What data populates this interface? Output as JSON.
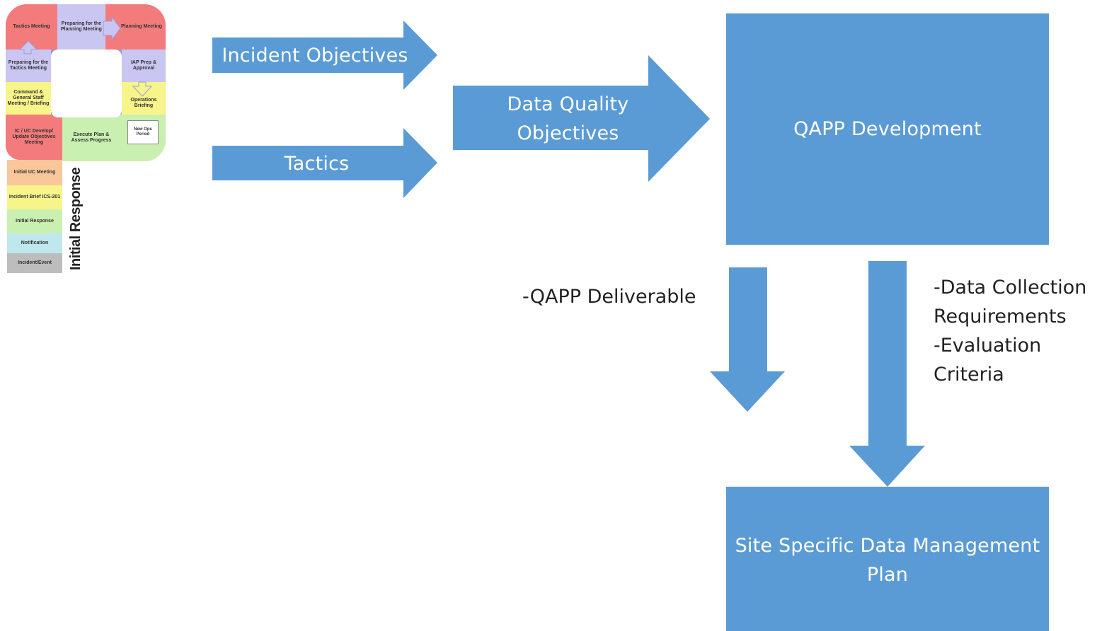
{
  "planning_p": {
    "cells": [
      "Tactics Meeting",
      "Preparing for the Planning Meeting",
      "Planning Meeting",
      "Preparing for the Tactics Meeting",
      "IAP Prep & Approval",
      "Command & General Staff Meeting / Briefing",
      "Operations Briefing",
      "IC / UC Develop/ Update Objectives Meeting",
      "Execute Plan & Assess Progress",
      "New Ops Period",
      "Initial UC Meeting",
      "Incident Brief ICS-201",
      "Initial Response",
      "Notification",
      "Incident/Event"
    ],
    "side_label": "Initial Response"
  },
  "arrows": {
    "incident_objectives": "Incident Objectives",
    "tactics": "Tactics",
    "data_quality_objectives": "Data Quality Objectives"
  },
  "boxes": {
    "qapp_development": "QAPP Development",
    "site_plan": "Site Specific Data Management Plan"
  },
  "annotations": {
    "qapp_deliverable": "-QAPP Deliverable",
    "requirements": [
      "-Data Collection",
      "Requirements",
      "-Evaluation",
      "Criteria"
    ]
  },
  "colors": {
    "shape_fill": "#5b9bd5",
    "red": "#f47b7b",
    "lavender": "#c9c6f2",
    "yellow": "#f7f48a",
    "green": "#c9f0b0",
    "peach": "#f9c79a",
    "light_blue": "#bfe8ee",
    "gray": "#bdbdbd"
  }
}
